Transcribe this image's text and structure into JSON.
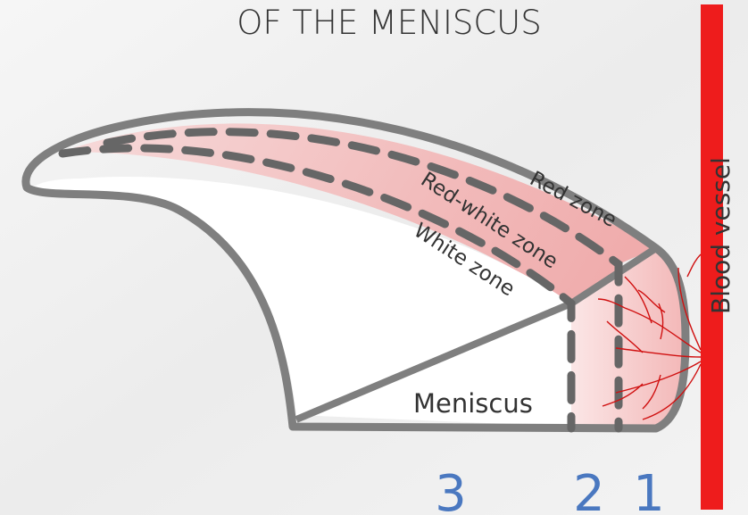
{
  "diagram": {
    "title": "OF THE MENISCUS",
    "zones": {
      "red": "Red zone",
      "red_white": "Red-white zone",
      "white": "White zone"
    },
    "meniscus_label": "Meniscus",
    "blood_vessel_label": "Blood vessel",
    "zone_numbers": [
      "3",
      "2",
      "1"
    ],
    "colors": {
      "background": "#eeeeee",
      "outline": "#7f7f7f",
      "red_zone": "#f2aaaa",
      "vessel": "#ee1c1c",
      "capillary": "#d01010",
      "number": "#4a78c0",
      "text": "#333333"
    }
  }
}
